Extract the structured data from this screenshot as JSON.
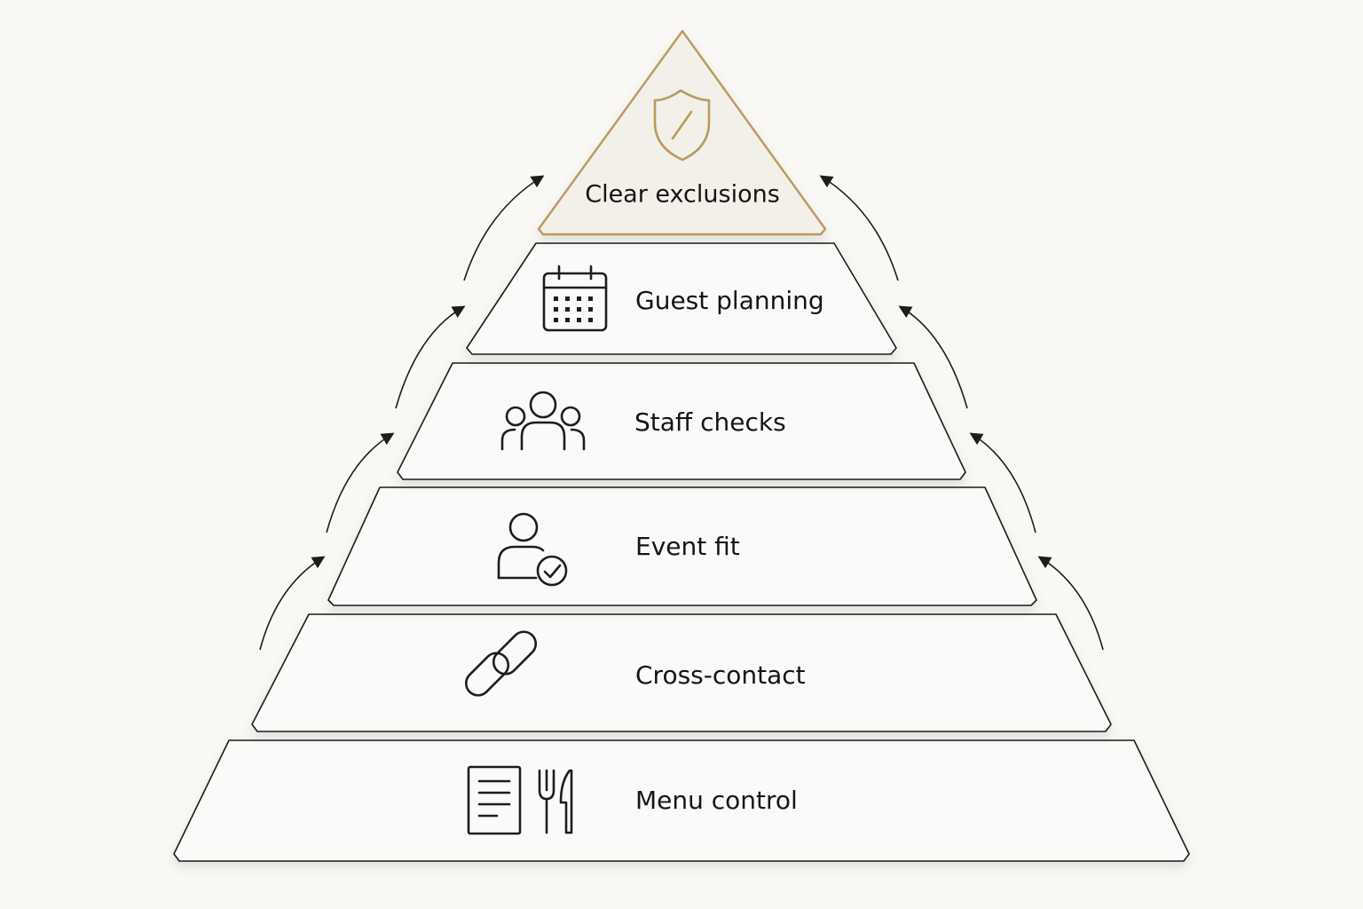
{
  "apex": {
    "label": "Clear exclusions",
    "icon": "shield-icon",
    "color": "#b89a5e"
  },
  "tiers": [
    {
      "label": "Guest planning",
      "icon": "calendar-icon"
    },
    {
      "label": "Staff checks",
      "icon": "team-icon"
    },
    {
      "label": "Event fit",
      "icon": "user-check-icon"
    },
    {
      "label": "Cross-contact",
      "icon": "link-icon"
    },
    {
      "label": "Menu control",
      "icon": "menu-cutlery-icon"
    }
  ]
}
